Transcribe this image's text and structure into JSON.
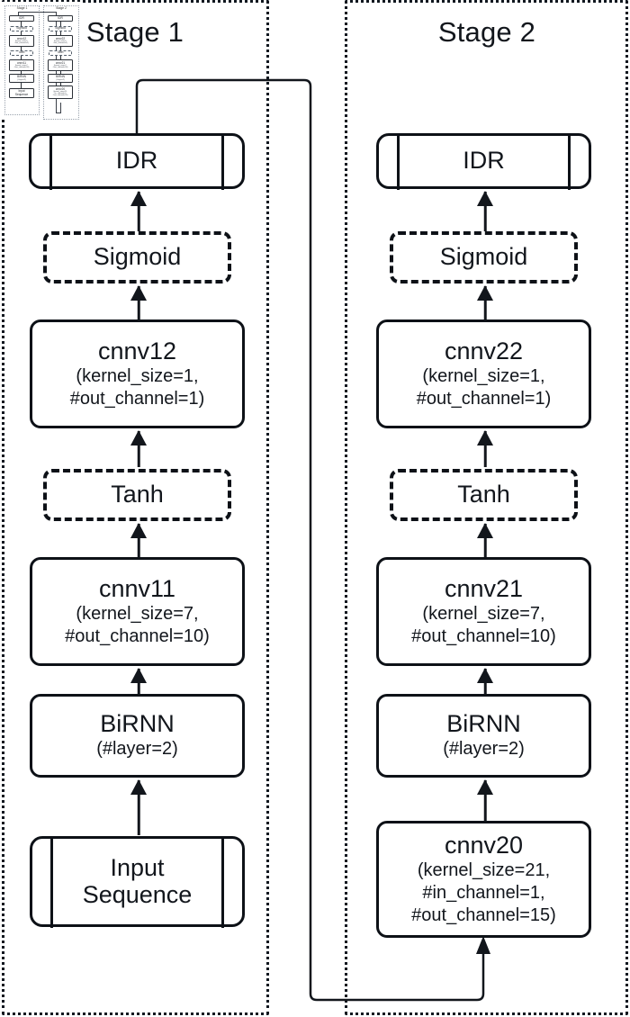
{
  "figure": {
    "kind": "neural-network-architecture-diagram",
    "stages": [
      {
        "id": "stage1",
        "title": "Stage 1",
        "nodes": [
          {
            "id": "idr1",
            "name": "IDR",
            "shape": "predefined-process",
            "style": "solid",
            "lines": [
              "IDR"
            ]
          },
          {
            "id": "sig1",
            "name": "Sigmoid",
            "shape": "rounded-rect",
            "style": "dashed",
            "lines": [
              "Sigmoid"
            ]
          },
          {
            "id": "cnnv12",
            "name": "cnnv12",
            "shape": "rounded-rect",
            "style": "solid",
            "lines": [
              "cnnv12",
              "(kernel_size=1,",
              "#out_channel=1)"
            ]
          },
          {
            "id": "tanh1",
            "name": "Tanh",
            "shape": "rounded-rect",
            "style": "dashed",
            "lines": [
              "Tanh"
            ]
          },
          {
            "id": "cnnv11",
            "name": "cnnv11",
            "shape": "rounded-rect",
            "style": "solid",
            "lines": [
              "cnnv11",
              "(kernel_size=7,",
              "#out_channel=10)"
            ]
          },
          {
            "id": "birnn1",
            "name": "BiRNN",
            "shape": "rounded-rect",
            "style": "solid",
            "lines": [
              "BiRNN",
              "(#layer=2)"
            ]
          },
          {
            "id": "input",
            "name": "Input Sequence",
            "shape": "predefined-process",
            "style": "solid",
            "lines": [
              "Input",
              "Sequence"
            ]
          }
        ]
      },
      {
        "id": "stage2",
        "title": "Stage 2",
        "nodes": [
          {
            "id": "idr2",
            "name": "IDR",
            "shape": "predefined-process",
            "style": "solid",
            "lines": [
              "IDR"
            ]
          },
          {
            "id": "sig2",
            "name": "Sigmoid",
            "shape": "rounded-rect",
            "style": "dashed",
            "lines": [
              "Sigmoid"
            ]
          },
          {
            "id": "cnnv22",
            "name": "cnnv22",
            "shape": "rounded-rect",
            "style": "solid",
            "lines": [
              "cnnv22",
              "(kernel_size=1,",
              "#out_channel=1)"
            ]
          },
          {
            "id": "tanh2",
            "name": "Tanh",
            "shape": "rounded-rect",
            "style": "dashed",
            "lines": [
              "Tanh"
            ]
          },
          {
            "id": "cnnv21",
            "name": "cnnv21",
            "shape": "rounded-rect",
            "style": "solid",
            "lines": [
              "cnnv21",
              "(kernel_size=7,",
              "#out_channel=10)"
            ]
          },
          {
            "id": "birnn2",
            "name": "BiRNN",
            "shape": "rounded-rect",
            "style": "solid",
            "lines": [
              "BiRNN",
              "(#layer=2)"
            ]
          },
          {
            "id": "cnnv20",
            "name": "cnnv20",
            "shape": "rounded-rect",
            "style": "solid",
            "lines": [
              "cnnv20",
              "(kernel_size=21,",
              "#in_channel=1,",
              "#out_channel=15)"
            ]
          }
        ]
      }
    ],
    "edges": [
      {
        "from": "input",
        "to": "birnn1",
        "kind": "arrow"
      },
      {
        "from": "birnn1",
        "to": "cnnv11",
        "kind": "arrow"
      },
      {
        "from": "cnnv11",
        "to": "tanh1",
        "kind": "arrow"
      },
      {
        "from": "tanh1",
        "to": "cnnv12",
        "kind": "arrow"
      },
      {
        "from": "cnnv12",
        "to": "sig1",
        "kind": "arrow"
      },
      {
        "from": "sig1",
        "to": "idr1",
        "kind": "arrow"
      },
      {
        "from": "cnnv20",
        "to": "birnn2",
        "kind": "arrow"
      },
      {
        "from": "birnn2",
        "to": "cnnv21",
        "kind": "arrow"
      },
      {
        "from": "cnnv21",
        "to": "tanh2",
        "kind": "arrow"
      },
      {
        "from": "tanh2",
        "to": "cnnv22",
        "kind": "arrow"
      },
      {
        "from": "cnnv22",
        "to": "sig2",
        "kind": "arrow"
      },
      {
        "from": "sig2",
        "to": "idr2",
        "kind": "arrow"
      },
      {
        "from": "idr1",
        "to": "cnnv20",
        "kind": "feedback-routed",
        "label": ""
      }
    ]
  },
  "text": {
    "stage1_title": "Stage 1",
    "stage2_title": "Stage 2",
    "idr": "IDR",
    "sigmoid": "Sigmoid",
    "tanh": "Tanh",
    "birnn": "BiRNN",
    "birnn_sub": "(#layer=2)",
    "input_l1": "Input",
    "input_l2": "Sequence",
    "cnnv12": "cnnv12",
    "cnnv12_l1": "(kernel_size=1,",
    "cnnv12_l2": "#out_channel=1)",
    "cnnv11": "cnnv11",
    "cnnv11_l1": "(kernel_size=7,",
    "cnnv11_l2": "#out_channel=10)",
    "cnnv22": "cnnv22",
    "cnnv22_l1": "(kernel_size=1,",
    "cnnv22_l2": "#out_channel=1)",
    "cnnv21": "cnnv21",
    "cnnv21_l1": "(kernel_size=7,",
    "cnnv21_l2": "#out_channel=10)",
    "cnnv20": "cnnv20",
    "cnnv20_l1": "(kernel_size=21,",
    "cnnv20_l2": "#in_channel=1,",
    "cnnv20_l3": "#out_channel=15)"
  },
  "colors": {
    "stroke": "#12161c",
    "background": "#ffffff",
    "dotted_border": "#111820"
  }
}
